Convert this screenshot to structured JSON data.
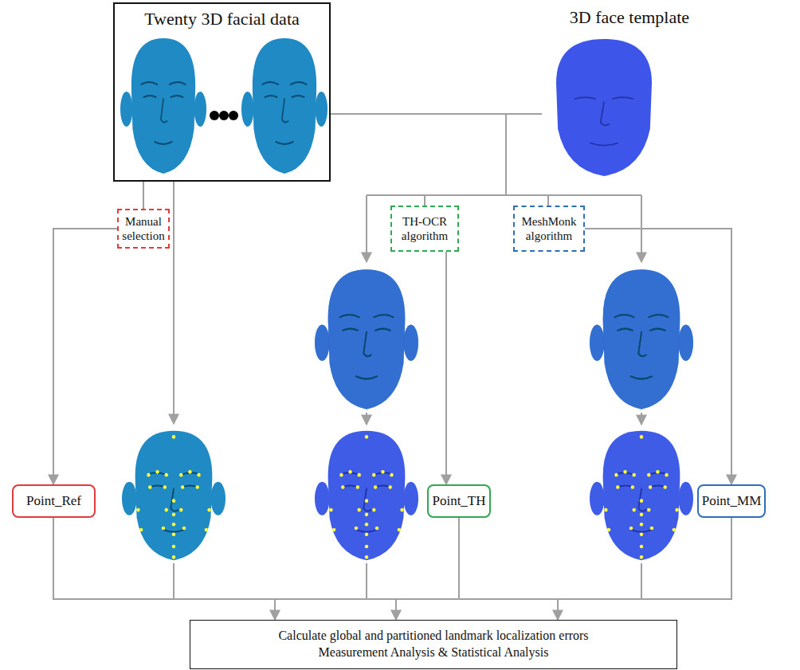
{
  "diagram": {
    "nodes": [
      {
        "text": [
          "Twenty 3D facial data"
        ]
      },
      {
        "text": [
          "3D face template"
        ]
      },
      {
        "text": [
          "Manual selection"
        ]
      },
      {
        "text": [
          "TH-OCR algorithm"
        ]
      },
      {
        "text": [
          "MeshMonk algorithm"
        ]
      },
      {
        "text": [
          "Point_Ref"
        ]
      },
      {
        "text": [
          "Point_TH"
        ]
      },
      {
        "text": [
          "Point_MM"
        ]
      },
      {
        "text": [
          "Calculate global and partitioned landmark localization errors",
          "Measurement Analysis & Statistical Analysis"
        ]
      }
    ],
    "edges": [
      {
        "from": 0,
        "to": 2,
        "arrow": "none"
      },
      {
        "from": 2,
        "to": 5,
        "arrow": "to"
      },
      {
        "from": 0,
        "to": 3,
        "arrow": "none"
      },
      {
        "from": 1,
        "to": 3,
        "arrow": "none"
      },
      {
        "from": 0,
        "to": 4,
        "arrow": "none"
      },
      {
        "from": 1,
        "to": 4,
        "arrow": "none"
      },
      {
        "from": 3,
        "to": 6,
        "arrow": "to"
      },
      {
        "from": 4,
        "to": 7,
        "arrow": "to"
      },
      {
        "from": 5,
        "to": 8,
        "arrow": "to"
      },
      {
        "from": 6,
        "to": 8,
        "arrow": "to"
      },
      {
        "from": 7,
        "to": 8,
        "arrow": "to"
      }
    ]
  }
}
